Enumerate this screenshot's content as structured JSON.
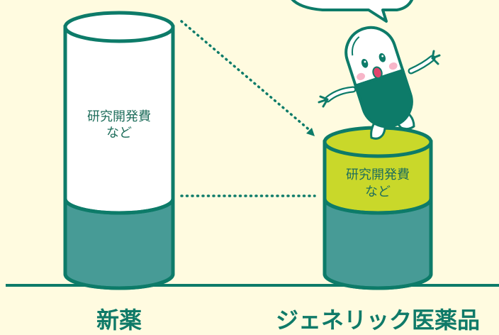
{
  "colors": {
    "background": "#fffbe0",
    "teal_dark": "#0d7b69",
    "teal_fill": "#479b96",
    "lime": "#c9d82a",
    "white": "#ffffff",
    "text_teal": "#1f6e5c"
  },
  "new_drug": {
    "bar_label_line1": "研究開発費",
    "bar_label_line2": "など",
    "bottom_label": "新薬"
  },
  "generic_drug": {
    "bar_label_line1": "研究開発費",
    "bar_label_line2": "など",
    "bottom_label": "ジェネリック医薬品"
  },
  "icons": {
    "mascot": "capsule-mascot-icon",
    "speech_bubble": "speech-bubble"
  }
}
